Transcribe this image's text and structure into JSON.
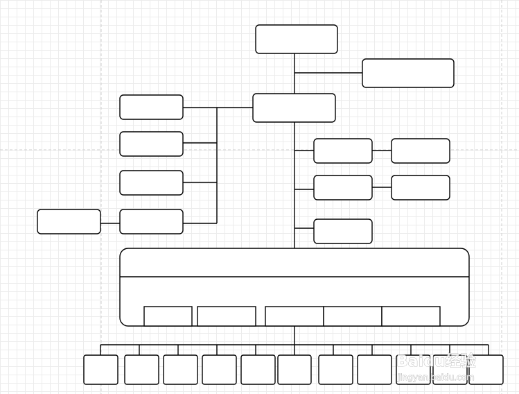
{
  "diagram": {
    "type": "organization-chart",
    "boxes_have_labels": false,
    "colors": {
      "background": "#ffffff",
      "grid": "#ececec",
      "stroke": "#000000",
      "box_fill": "#ffffff",
      "guide": "#cfcfcf"
    }
  },
  "watermark": {
    "brand": "Baidu经验",
    "url": "jingyan.baidu.com"
  }
}
